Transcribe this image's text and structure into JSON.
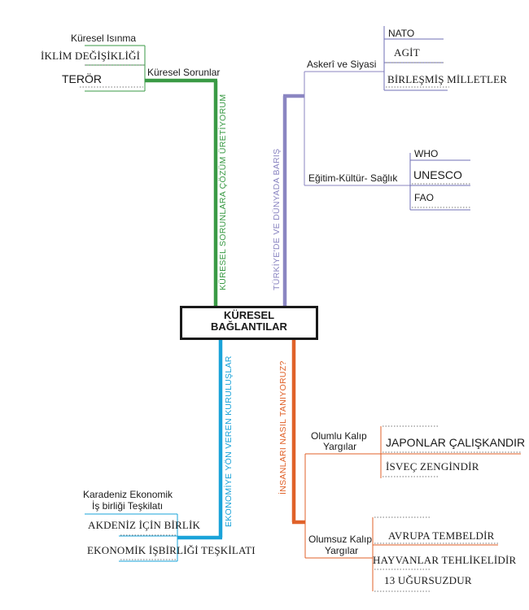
{
  "center": {
    "line1": "KÜRESEL",
    "line2": "BAĞLANTILAR"
  },
  "colors": {
    "green": "#3a9a45",
    "purple": "#8b86c2",
    "blue": "#1aa3d9",
    "orange": "#e0622a",
    "leaf": "#6f6fb5"
  },
  "branches": {
    "green": {
      "vertical_label": "KÜRESEL SORUNLARA ÇÖZÜM ÜRETİYORUM",
      "category": "Küresel Sorunlar",
      "items": [
        "Küresel Isınma",
        "İKLİM DEĞİŞİKLİĞİ",
        "TERÖR"
      ]
    },
    "purple": {
      "vertical_label": "TÜRKİYE'DE VE DÜNYADA BARIŞ",
      "groups": [
        {
          "label": "Askerî ve Siyasi",
          "items": [
            "NATO",
            "AGİT",
            "BİRLEŞMİŞ  MİLLETLER"
          ]
        },
        {
          "label": "Eğitim-Kültür- Sağlık",
          "items": [
            "WHO",
            "UNESCO",
            "FAO"
          ]
        }
      ]
    },
    "blue": {
      "vertical_label": "EKONOMİYE YÖN VEREN KURULUŞLAR",
      "items": [
        "Karadeniz Ekonomik",
        "İş birliği Teşkilatı",
        "AKDENİZ İÇİN BİRLİK",
        "EKONOMİK İŞBİRLİĞİ TEŞKİLATI"
      ]
    },
    "orange": {
      "vertical_label": "İNSANLARI NASIL TANIYORUZ?",
      "groups": [
        {
          "label_line1": "Olumlu Kalıp",
          "label_line2": "Yargılar",
          "items": [
            "JAPONLAR ÇALIŞKANDIR",
            "İSVEÇ ZENGİNDİR"
          ]
        },
        {
          "label_line1": "Olumsuz Kalıp",
          "label_line2": "Yargılar",
          "items": [
            "AVRUPA TEMBELDİR",
            "HAYVANLAR TEHLİKELİDİR",
            "13 UĞURSUZDUR"
          ]
        }
      ]
    }
  }
}
